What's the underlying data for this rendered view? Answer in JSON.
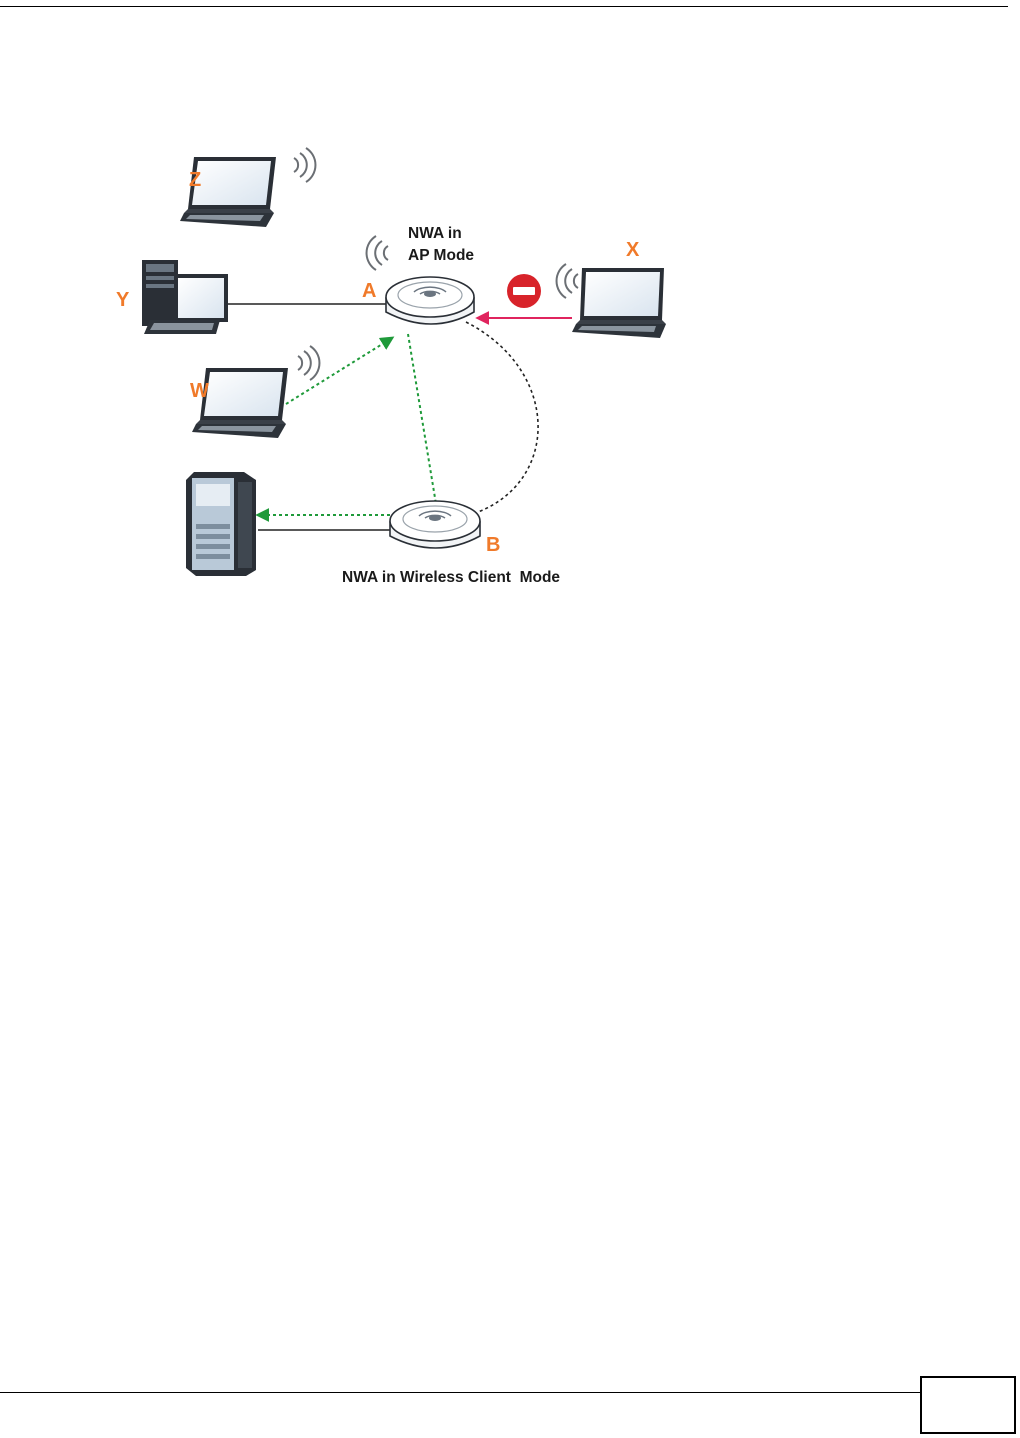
{
  "diagram": {
    "labels": {
      "z": "Z",
      "y": "Y",
      "w": "W",
      "x": "X",
      "a": "A",
      "b": "B"
    },
    "ap_caption": [
      "NWA in",
      "AP Mode"
    ],
    "client_caption": "NWA in Wireless Client  Mode"
  },
  "colors": {
    "label_orange": "#f07a2a",
    "green_dotted": "#1f9a3a",
    "blocked_arrow": "#e0245e",
    "no_entry_icon": "#d8232a"
  },
  "footer": {
    "page_number": ""
  }
}
